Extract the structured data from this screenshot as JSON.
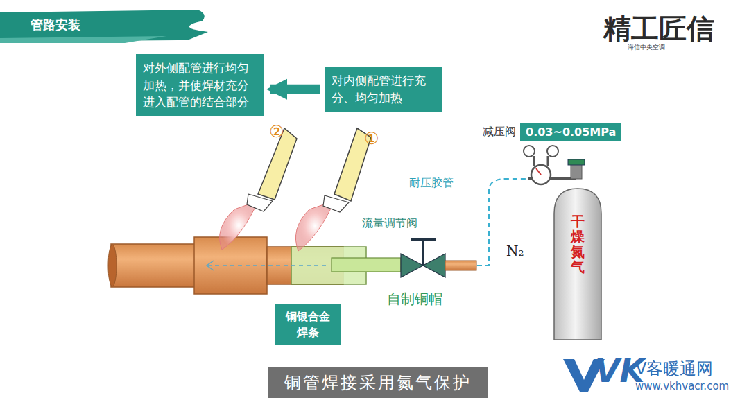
{
  "diagram": {
    "title": "管路安装",
    "caption": "铜管焊接采用氮气保护",
    "nodes": [
      {
        "text": [
          "对外侧配管进行均匀加热，并使焊材充分进入配管的结合部分"
        ]
      },
      {
        "text": [
          "对内侧配管进行充分、均匀加热"
        ]
      },
      {
        "text": [
          "减压阀",
          "0.03~0.05MPa"
        ]
      },
      {
        "text": [
          "铜银合金焊条"
        ]
      },
      {
        "text": [
          "干燥氮气"
        ]
      }
    ],
    "edges": [
      {
        "from": 1,
        "to": 0,
        "arrow": "to"
      }
    ],
    "labels": [
      "②",
      "①",
      "耐压胶管",
      "流量调节阀",
      "N₂",
      "自制铜帽",
      "精工匠信",
      "海信中央空调",
      "VK",
      "V客暖通网",
      "www.vkhvacr.com"
    ]
  }
}
